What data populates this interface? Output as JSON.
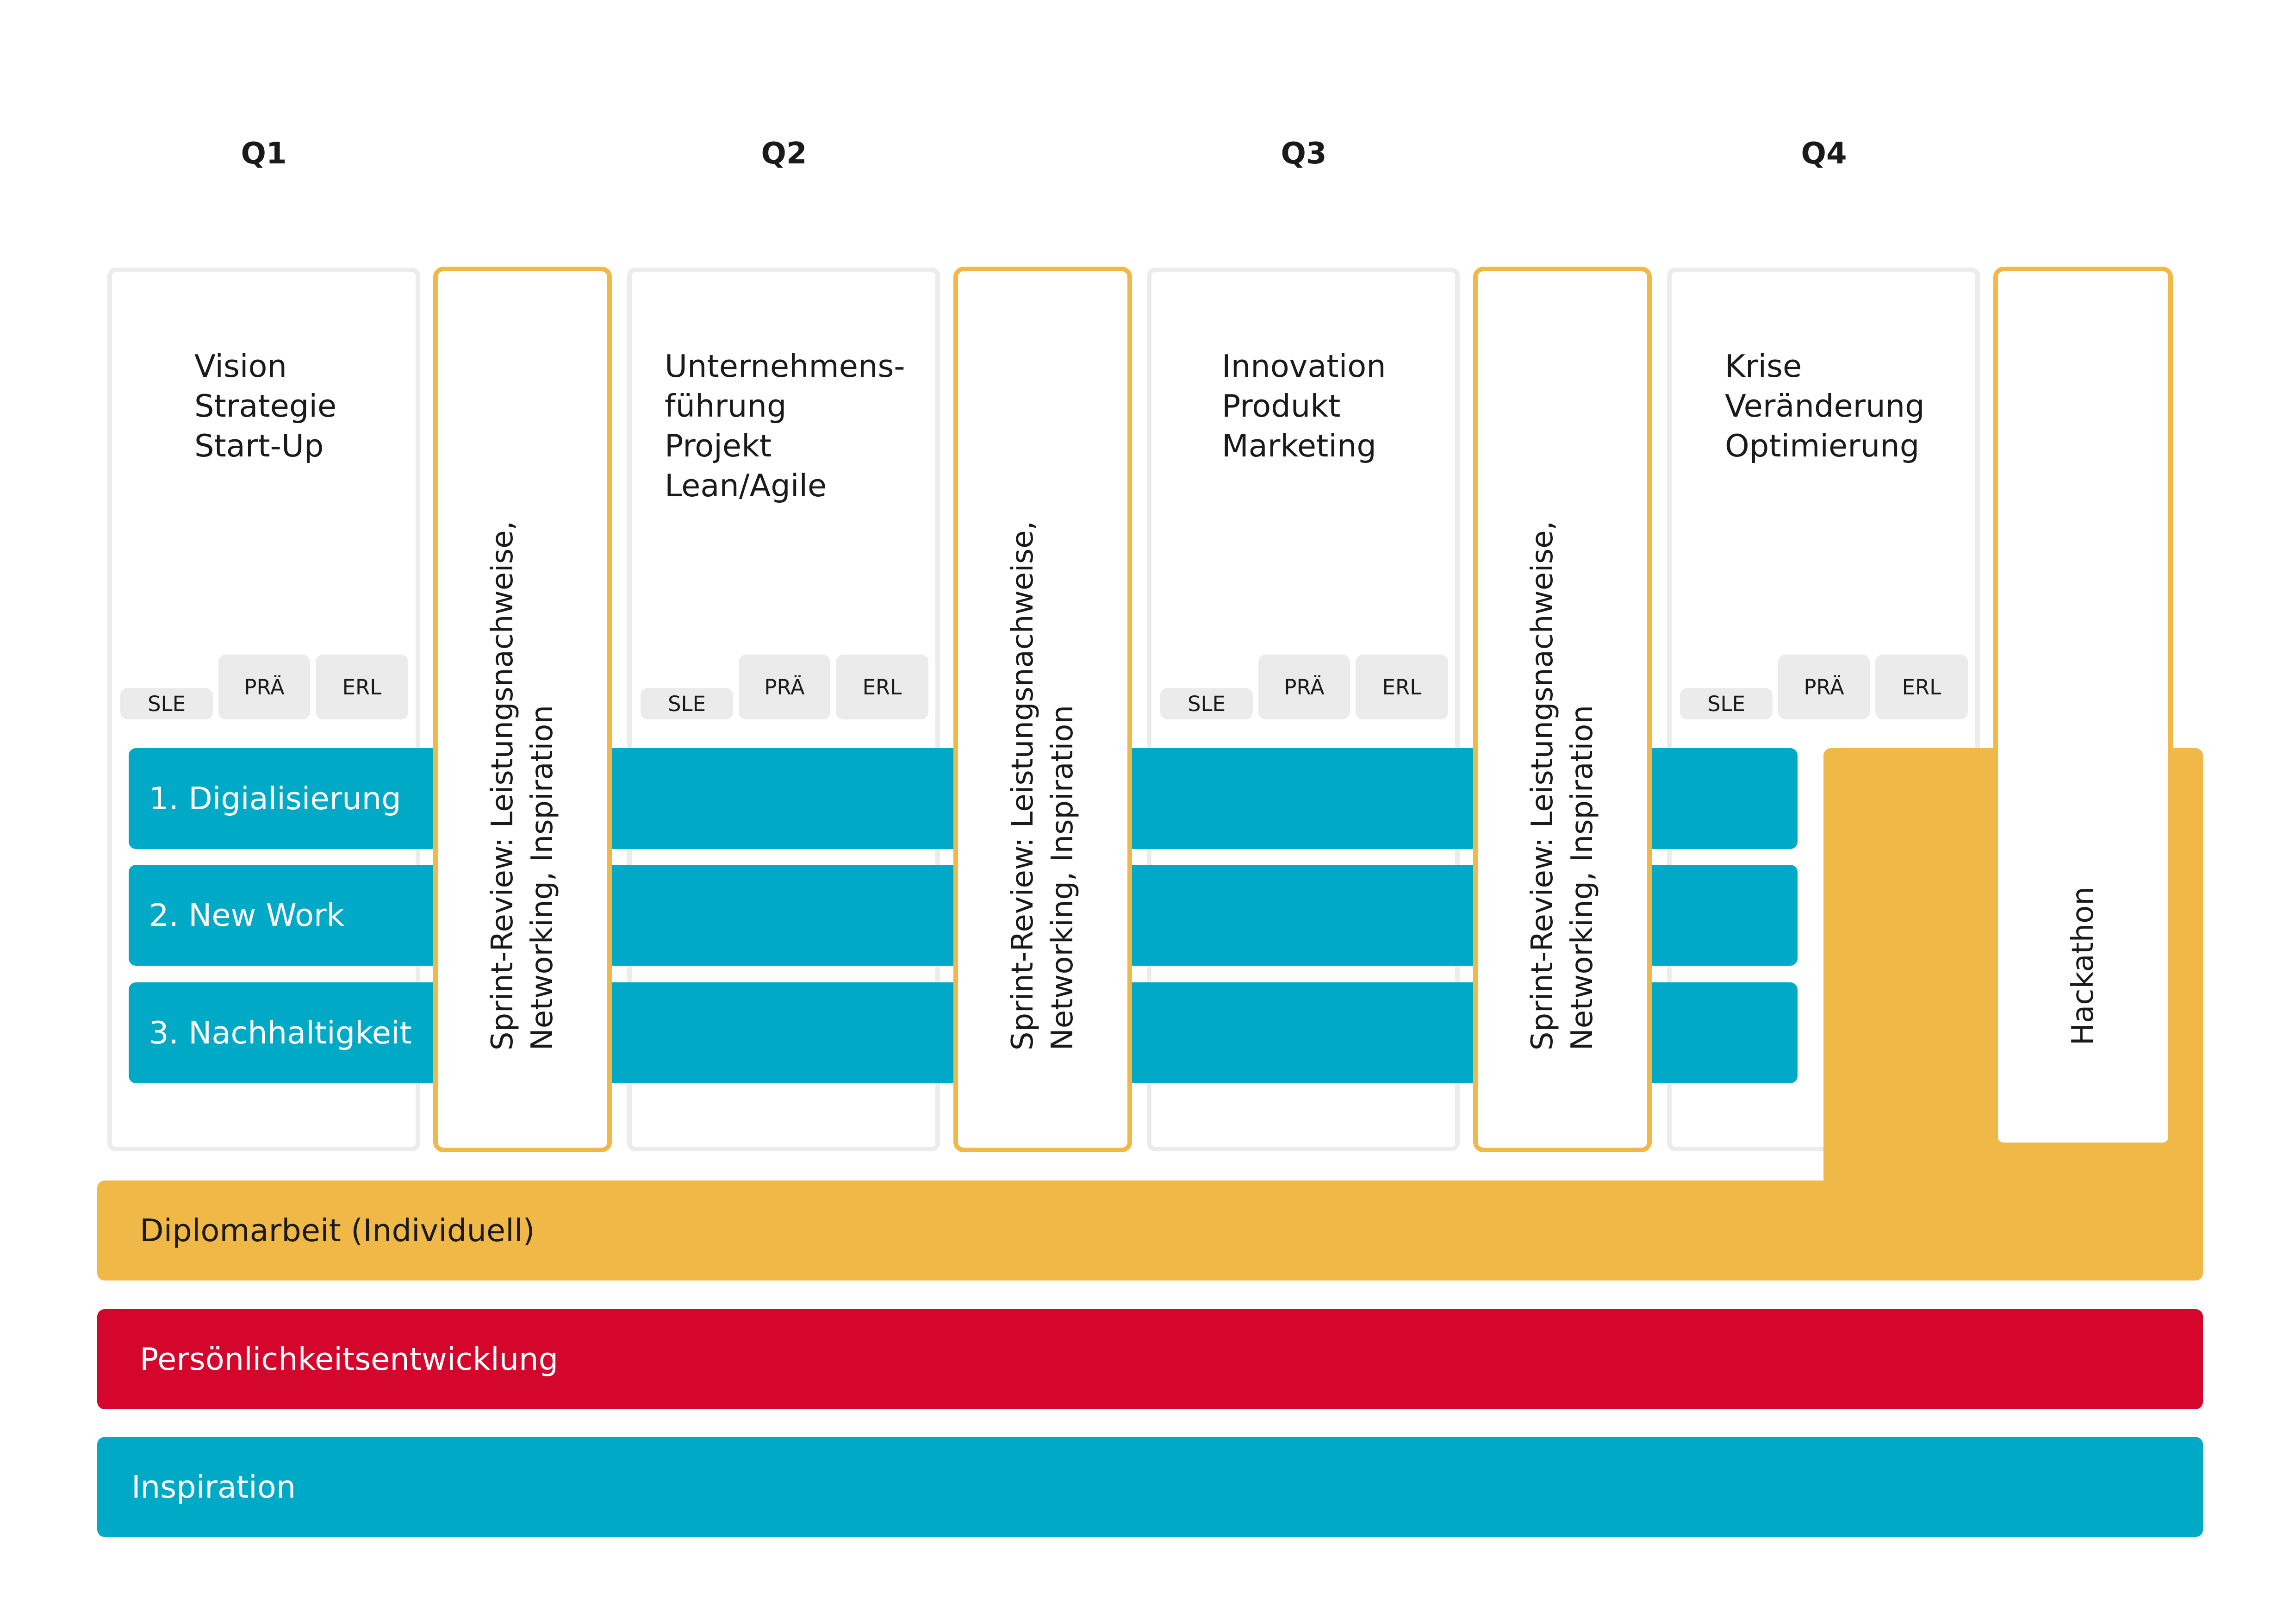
{
  "quarters": [
    {
      "label": "Q1",
      "topics": [
        "Vision",
        "Strategie",
        "Start-Up"
      ]
    },
    {
      "label": "Q2",
      "topics": [
        "Unternehmens-",
        "führung",
        "Projekt",
        "Lean/Agile"
      ]
    },
    {
      "label": "Q3",
      "topics": [
        "Innovation",
        "Produkt",
        "Marketing"
      ]
    },
    {
      "label": "Q4",
      "topics": [
        "Krise",
        "Veränderung",
        "Optimierung"
      ]
    }
  ],
  "tags": {
    "sle": "SLE",
    "pra": "PRÄ",
    "erl": "ERL"
  },
  "tracks": [
    "1. Digialisierung",
    "2. New Work",
    "3. Nachhaltigkeit"
  ],
  "sprint_review": {
    "line1": "Sprint-Review: Leistungsnachweise,",
    "line2": "Networking, Inspiration"
  },
  "hackathon": "Hackathon",
  "bands": {
    "diplomarbeit": "Diplomarbeit (Individuell)",
    "persoenlichkeit": "Persönlichkeitsentwicklung",
    "inspiration": "Inspiration"
  },
  "colors": {
    "teal": "#00a9c6",
    "gold": "#f0b947",
    "red": "#d4062b",
    "box_border": "#ececec",
    "tag_bg": "#ebebeb"
  }
}
